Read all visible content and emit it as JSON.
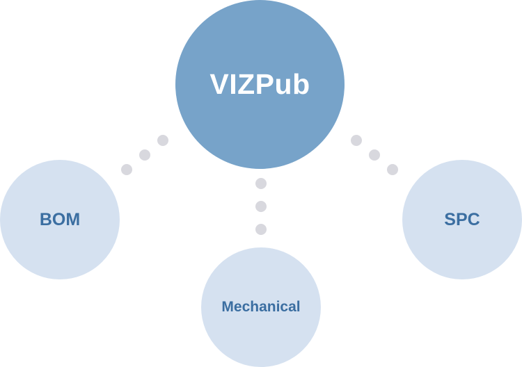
{
  "diagram": {
    "center": {
      "label": "VIZPub"
    },
    "nodes": [
      {
        "id": "left",
        "label": "BOM"
      },
      {
        "id": "right",
        "label": "SPC"
      },
      {
        "id": "bottom",
        "label": "Mechanical"
      }
    ]
  },
  "colors": {
    "center_fill": "#77a3c9",
    "center_text": "#ffffff",
    "leaf_fill": "#d5e1f0",
    "leaf_text": "#3b6ea1",
    "connector_dot": "#d8d8de"
  }
}
